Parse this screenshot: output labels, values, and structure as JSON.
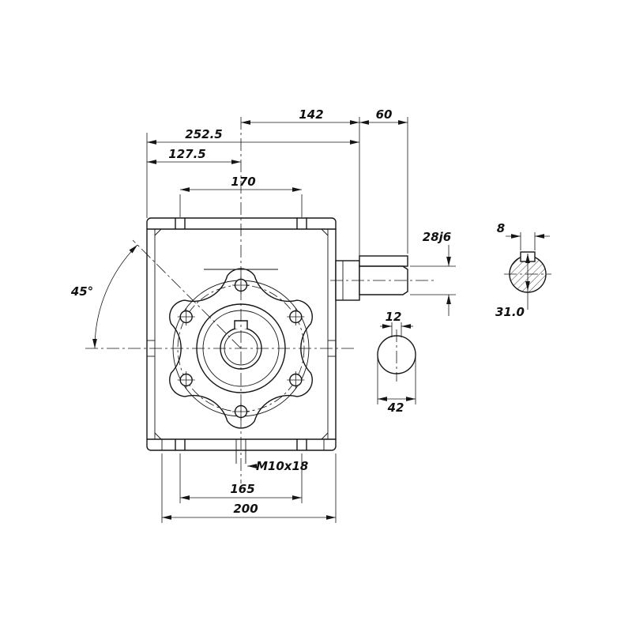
{
  "drawing": {
    "type": "worm-gearbox-dimension-drawing",
    "background": "#ffffff",
    "line_color": "#161616",
    "labels": {
      "dim_142": "142",
      "dim_60": "60",
      "dim_252_5": "252.5",
      "dim_127_5": "127.5",
      "dim_170": "170",
      "angle_45": "45°",
      "dim_28j6": "28j6",
      "dim_8": "8",
      "dim_31_0": "31.0",
      "dim_12": "12",
      "dim_42": "42",
      "thread_callout": "M10x18",
      "dim_165": "165",
      "dim_200": "200"
    }
  }
}
